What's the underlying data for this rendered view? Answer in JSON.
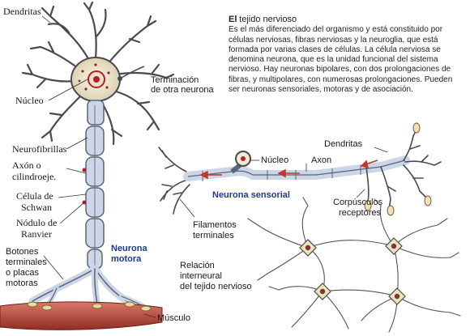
{
  "intro": {
    "title_bold": "El",
    "title_rest": "tejido nervioso",
    "body": "Es el más diferenciado del organismo y está constituido por células nerviosas, fibras nerviosas y la neuroglia, que está formada por varias clases de células. La célula nerviosa se denomina neurona, que es la unidad funcional del sistema nervioso. Hay neuronas bipolares, con dos prolongaciones de fibras, y multipolares, con numerosas prolongaciones. Pueden ser neuronas sensoriales, motoras y de asociación."
  },
  "motor_neuron": {
    "dendritas": "Dendritas",
    "terminacion": [
      "Terminación",
      "de otra neurona"
    ],
    "nucleo": "Núcleo",
    "neurofibrillas": "Neurofibrillas",
    "axon": [
      "Axón o",
      "cilindroeje."
    ],
    "schwann": [
      "Célula de",
      "Schwan"
    ],
    "ranvier": [
      "Nódulo de",
      "Ranvier"
    ],
    "botones": [
      "Botones",
      "terminales",
      "o placas",
      "motoras"
    ],
    "title": [
      "Neurona",
      "motora"
    ],
    "musculo": "Músculo"
  },
  "sensory_neuron": {
    "nucleo": "Núcleo",
    "axon": "Axon",
    "dendritas": "Dendritas",
    "title": "Neurona sensorial",
    "corpusculos": [
      "Corpúsculos",
      "receptores"
    ],
    "filamentos": [
      "Filamentos",
      "terminales"
    ]
  },
  "network": {
    "caption": [
      "Relación",
      "interneural",
      "del tejido nervioso"
    ]
  },
  "colors": {
    "fiber": "#cdd6e6",
    "fiber_edge": "#5a6478",
    "cell_body": "#f2ead0",
    "nucleus": "#b0202a",
    "muscle": "#b84a3a",
    "arrow": "#c0392b",
    "title_blue": "#1f3a8c"
  }
}
